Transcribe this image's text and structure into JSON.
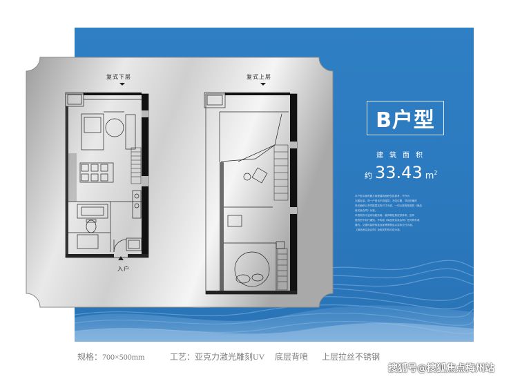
{
  "plan": {
    "lower_floor_label": "复式下层",
    "upper_floor_label": "复式上层",
    "entrance_label": "入户"
  },
  "unit": {
    "name": "B户型",
    "area_label": "建筑面积",
    "area_prefix": "约",
    "area_value": "33.43",
    "area_unit": "m",
    "area_unit_power": "2"
  },
  "description": [
    "本户型平面布置方案是建筑面积仅供参考，不作为",
    "交楼标准，同一户型也不同楼层，不同位置，项目的最终",
    "采光面积以不同楼层实际尺寸为准，一切以政府批准的《商品",
    "房买卖合同》为准。",
    "本资料所示空间功能布局，装饰等信息仅供参考，如有",
    "更改恕不另行通知，不构成《商品房买卖合同》任何附件或",
    "要约。交楼时装修标准及家具等物品以实际交付为准。",
    "《商品房买卖合同》及相关附件约定为准。"
  ],
  "footer": {
    "spec": "规格：700×500mm",
    "craft": "工艺：亚克力激光雕刻UV",
    "back": "底层背喷",
    "top": "上层拉丝不锈钢"
  },
  "watermark": "搜狐号@搜狐焦点梅州站",
  "colors": {
    "panel_blue": "#2f7fc4",
    "wave_light": "#ffffff",
    "plate_silver": "#c9c9c9",
    "wall_dark": "#111111"
  }
}
